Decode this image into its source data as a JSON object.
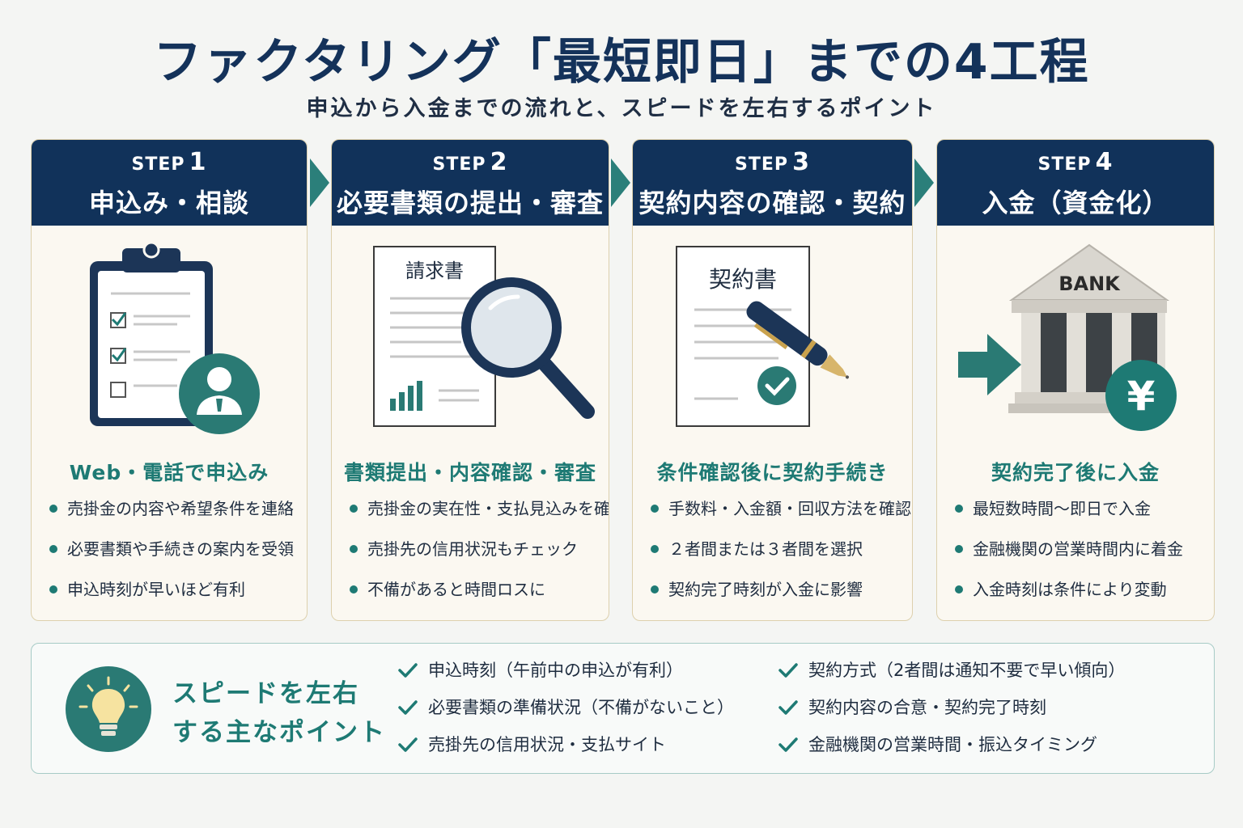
{
  "header": {
    "title": "ファクタリング「最短即日」までの4工程",
    "subtitle": "申込から入金までの流れと、スピードを左右するポイント"
  },
  "steps": [
    {
      "label": "STEP",
      "number": "1",
      "name": "申込み・相談",
      "heading": "Web・電話で申込み",
      "bullets": [
        "売掛金の内容や希望条件を連絡",
        "必要書類や手続きの案内を受領",
        "申込時刻が早いほど有利"
      ]
    },
    {
      "label": "STEP",
      "number": "2",
      "name": "必要書類の提出・審査",
      "heading": "書類提出・内容確認・審査",
      "doc_title": "請求書",
      "bullets": [
        "売掛金の実在性・支払見込みを確認",
        "売掛先の信用状況もチェック",
        "不備があると時間ロスに"
      ]
    },
    {
      "label": "STEP",
      "number": "3",
      "name": "契約内容の確認・契約",
      "heading": "条件確認後に契約手続き",
      "doc_title": "契約書",
      "bullets": [
        "手数料・入金額・回収方法を確認",
        "２者間または３者間を選択",
        "契約完了時刻が入金に影響"
      ]
    },
    {
      "label": "STEP",
      "number": "4",
      "name": "入金（資金化）",
      "heading": "契約完了後に入金",
      "bank_label": "BANK",
      "currency": "¥",
      "bullets": [
        "最短数時間～即日で入金",
        "金融機関の営業時間内に着金",
        "入金時刻は条件により変動"
      ]
    }
  ],
  "points": {
    "title_line1": "スピードを左右",
    "title_line2": "する主なポイント",
    "left": [
      "申込時刻（午前中の申込が有利）",
      "必要書類の準備状況（不備がないこと）",
      "売掛先の信用状況・支払サイト"
    ],
    "right": [
      "契約方式（2者間は通知不要で早い傾向）",
      "契約内容の合意・契約完了時刻",
      "金融機関の営業時間・振込タイミング"
    ]
  },
  "colors": {
    "navy": "#11325a",
    "teal": "#1e7a74",
    "card_bg": "#fbf8f1"
  }
}
